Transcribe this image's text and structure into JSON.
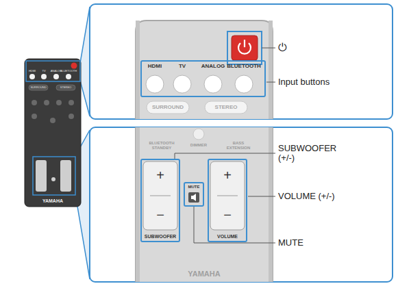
{
  "diagram": {
    "nodes": [
      {
        "text": [
          "HDMI",
          "TV",
          "ANALOG",
          "BLUETOOTH"
        ]
      },
      {
        "text": [
          "SUBWOOFER"
        ]
      },
      {
        "text": [
          "MUTE"
        ]
      },
      {
        "text": [
          "VOLUME"
        ]
      }
    ],
    "labels": [
      "⏻",
      "Input buttons",
      "SURROUND",
      "STEREO",
      "BLUETOOTH STANDBY",
      "DIMMER",
      "BASS EXTENSION",
      "+",
      "−",
      "+",
      "−",
      "SUBWOOFER (+/-)",
      "VOLUME (+/-)",
      "MUTE",
      "YAMAHA",
      "HDMI",
      "TV",
      "ANALOG",
      "BLUETOOTH",
      "SURROUND",
      "STEREO",
      "YAMAHA"
    ]
  }
}
